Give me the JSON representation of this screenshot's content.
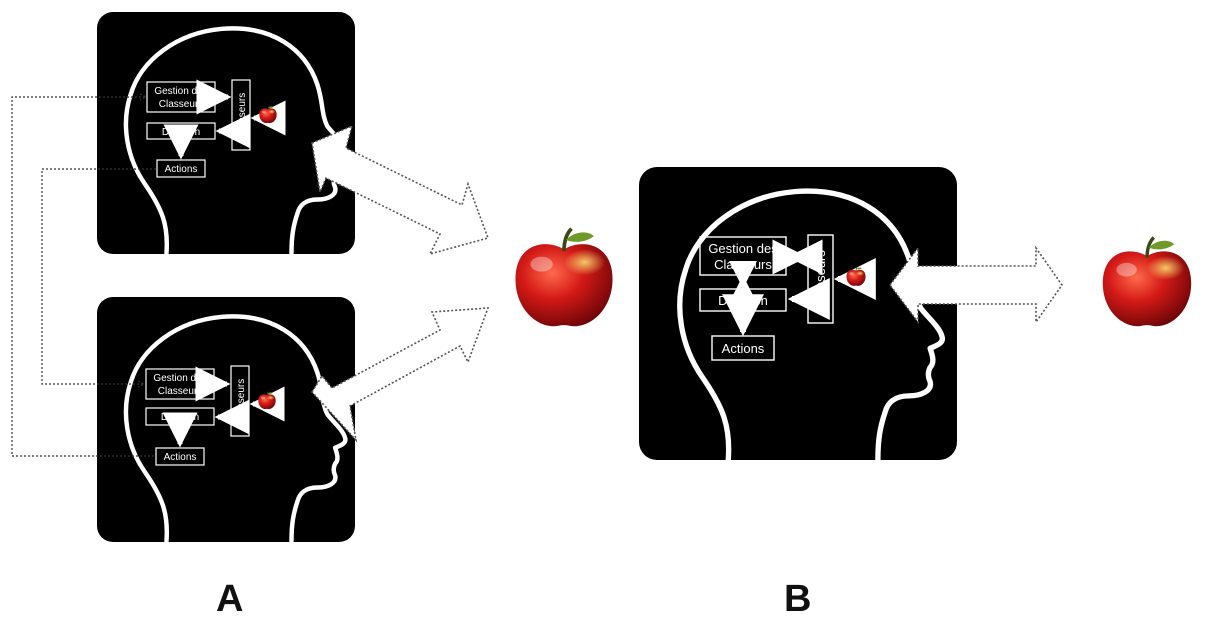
{
  "colors": {
    "panel_bg": "#000000",
    "outline": "#ffffff",
    "apple_red": "#c8161a",
    "apple_highlight": "#f2c25a",
    "page_bg": "#ffffff"
  },
  "labels": {
    "gestion": "Gestion des",
    "classeurs_line": "Classeurs",
    "classeurs_vertical": "Classeurs",
    "decision": "Décision",
    "actions": "Actions"
  },
  "panels": {
    "a_letter": "A",
    "b_letter": "B"
  },
  "icons": {
    "apple": "apple-icon",
    "head": "head-silhouette-icon",
    "arrow": "double-arrow-icon"
  }
}
